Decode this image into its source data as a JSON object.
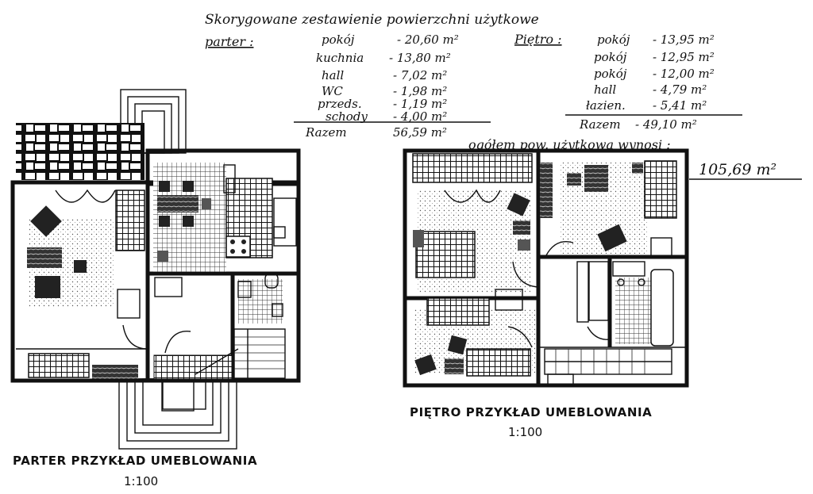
{
  "summary": {
    "heading": "Skorygowane zestawienie powierzchni użytkowe",
    "ground": {
      "label": "parter :",
      "rows": [
        {
          "name": "pokój",
          "value": "- 20,60 m²"
        },
        {
          "name": "kuchnia",
          "value": "- 13,80 m²"
        },
        {
          "name": "hall",
          "value": "- 7,02 m²"
        },
        {
          "name": "WC",
          "value": "- 1,98 m²"
        },
        {
          "name": "przeds.",
          "value": "- 1,19 m²"
        },
        {
          "name": "schody",
          "value": "- 4,00 m²"
        }
      ],
      "total_label": "Razem",
      "total_value": "56,59 m²"
    },
    "upper": {
      "label": "Piętro :",
      "rows": [
        {
          "name": "pokój",
          "value": "- 13,95 m²"
        },
        {
          "name": "pokój",
          "value": "- 12,95 m²"
        },
        {
          "name": "pokój",
          "value": "- 12,00 m²"
        },
        {
          "name": "hall",
          "value": "- 4,79 m²"
        },
        {
          "name": "łazien.",
          "value": "- 5,41 m²"
        }
      ],
      "total_label": "Razem",
      "total_value": "- 49,10 m²"
    },
    "overall_label": "ogółem pow. użytkowa wynosi :",
    "overall_value": "105,69 m²"
  },
  "plans": {
    "ground": {
      "caption": "PARTER PRZYKŁAD UMEBLOWANIA",
      "scale": "1:100"
    },
    "upper": {
      "caption": "PIĘTRO PRZYKŁAD UMEBLOWANIA",
      "scale": "1:100"
    }
  }
}
